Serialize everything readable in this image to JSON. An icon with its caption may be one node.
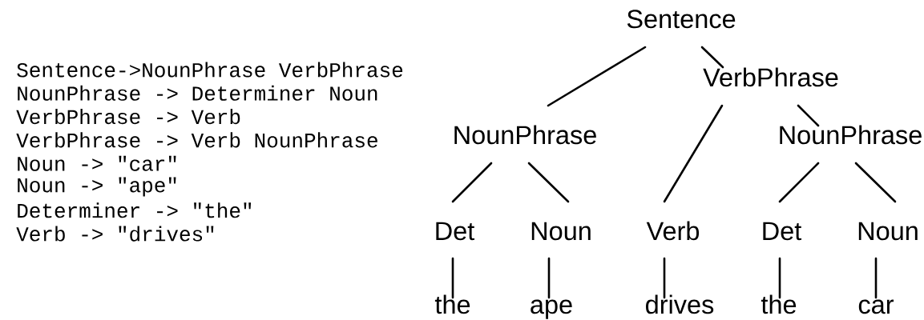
{
  "diagram": {
    "nodes": [
      {
        "text": [
          "Sentence"
        ]
      },
      {
        "text": [
          "VerbPhrase"
        ]
      },
      {
        "text": [
          "NounPhrase"
        ]
      },
      {
        "text": [
          "NounPhrase"
        ]
      },
      {
        "text": [
          "Det"
        ]
      },
      {
        "text": [
          "Noun"
        ]
      },
      {
        "text": [
          "Verb"
        ]
      },
      {
        "text": [
          "Det"
        ]
      },
      {
        "text": [
          "Noun"
        ]
      },
      {
        "text": [
          "the"
        ]
      },
      {
        "text": [
          "ape"
        ]
      },
      {
        "text": [
          "drives"
        ]
      },
      {
        "text": [
          "the"
        ]
      },
      {
        "text": [
          "car"
        ]
      }
    ],
    "edges": [
      {
        "from": 0,
        "to": 2,
        "arrow": "none"
      },
      {
        "from": 0,
        "to": 1,
        "arrow": "none"
      },
      {
        "from": 1,
        "to": 6,
        "arrow": "none"
      },
      {
        "from": 1,
        "to": 3,
        "arrow": "none"
      },
      {
        "from": 2,
        "to": 4,
        "arrow": "none"
      },
      {
        "from": 2,
        "to": 5,
        "arrow": "none"
      },
      {
        "from": 3,
        "to": 7,
        "arrow": "none"
      },
      {
        "from": 3,
        "to": 8,
        "arrow": "none"
      },
      {
        "from": 4,
        "to": 9,
        "arrow": "none"
      },
      {
        "from": 5,
        "to": 10,
        "arrow": "none"
      },
      {
        "from": 6,
        "to": 11,
        "arrow": "none"
      },
      {
        "from": 7,
        "to": 12,
        "arrow": "none"
      },
      {
        "from": 8,
        "to": 13,
        "arrow": "none"
      }
    ],
    "labels": [
      "Sentence->NounPhrase VerbPhrase",
      "NounPhrase -> Determiner Noun",
      "VerbPhrase -> Verb",
      "VerbPhrase -> Verb NounPhrase",
      "Noun -> \"car\"",
      "Noun -> \"ape\"",
      "Determiner -> \"the\"",
      "Verb -> \"drives\""
    ]
  }
}
